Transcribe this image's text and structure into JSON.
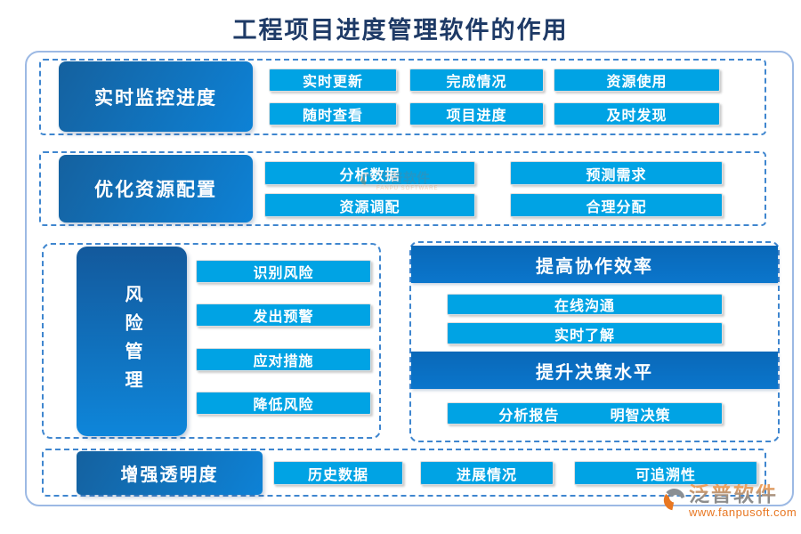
{
  "title": "工程项目进度管理软件的作用",
  "sections": {
    "monitor": {
      "label": "实时监控进度",
      "buttons": [
        "实时更新",
        "完成情况",
        "资源使用",
        "随时查看",
        "项目进度",
        "及时发现"
      ]
    },
    "resource": {
      "label": "优化资源配置",
      "buttons": [
        "分析数据",
        "预测需求",
        "资源调配",
        "合理分配"
      ]
    },
    "risk": {
      "label": "风险管理",
      "buttons": [
        "识别风险",
        "发出预警",
        "应对措施",
        "降低风险"
      ]
    },
    "collaboration": {
      "header": "提高协作效率",
      "buttons": [
        "在线沟通",
        "实时了解"
      ]
    },
    "decision": {
      "header": "提升决策水平",
      "buttons": [
        "分析报告",
        "明智决策"
      ]
    },
    "transparency": {
      "label": "增强透明度",
      "buttons": [
        "历史数据",
        "进展情况",
        "可追溯性"
      ]
    }
  },
  "watermark": {
    "brand": "泛普软件",
    "subtitle": "FANPU SOFTWARE"
  },
  "logo": {
    "brand": "泛普软件",
    "website": "www.fanpusoft.com"
  },
  "colors": {
    "button_blue": "#00a3e4",
    "category_gradient_dark": "#15619f",
    "category_gradient_light": "#0d82d6",
    "header_bar_blue": "#0a6fc2",
    "dashed_border": "#3f86cf",
    "frame_border": "#9cb9e4",
    "title_text": "#1e3a66",
    "logo_orange": "#e87722"
  }
}
